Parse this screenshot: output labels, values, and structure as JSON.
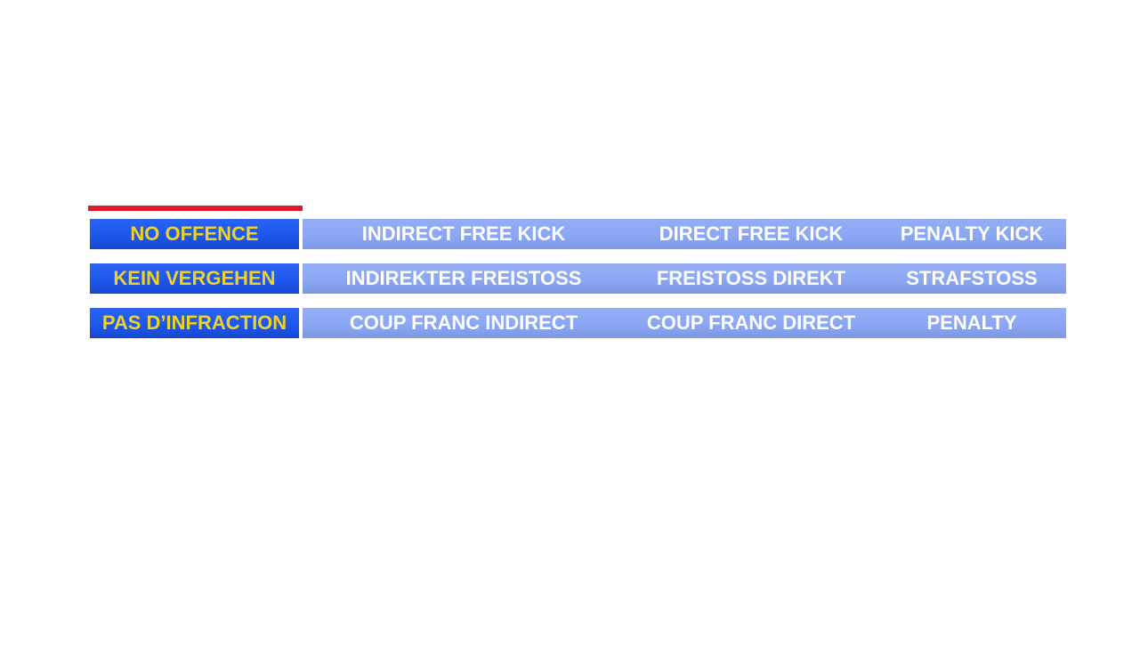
{
  "colors": {
    "primary_blue": "#1d57ee",
    "light_blue": "#8ba7f5",
    "accent_red": "#e01b28",
    "label_yellow": "#f0d322",
    "cell_text": "#ffffff"
  },
  "table": {
    "rows": [
      {
        "label": "NO OFFENCE",
        "cells": [
          "INDIRECT FREE KICK",
          "DIRECT FREE KICK",
          "PENALTY KICK"
        ]
      },
      {
        "label": "KEIN VERGEHEN",
        "cells": [
          "INDIREKTER FREISTOSS",
          "FREISTOSS DIREKT",
          "STRAFSTOSS"
        ]
      },
      {
        "label": "PAS D’INFRACTION",
        "cells": [
          "COUP FRANC INDIRECT",
          "COUP FRANC DIRECT",
          "PENALTY"
        ]
      }
    ]
  }
}
